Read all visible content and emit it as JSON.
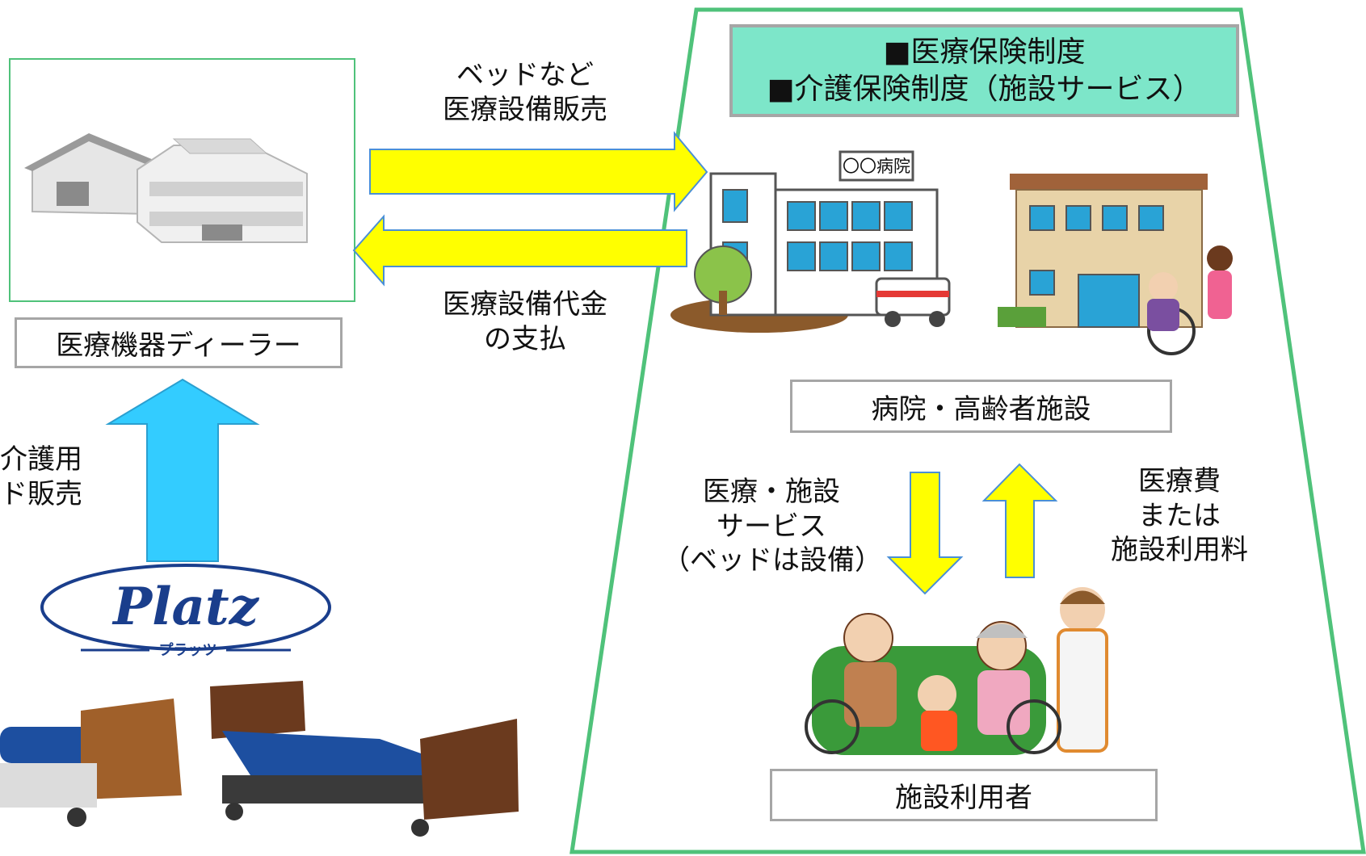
{
  "dealer": {
    "label": "医療機器ディーラー"
  },
  "platz": {
    "sales_line1": "介護用",
    "sales_line2": "ド販売",
    "logo_text": "Platz",
    "logo_sub": "プラッツ"
  },
  "flows": {
    "equipment_sale_line1": "ベッドなど",
    "equipment_sale_line2": "医療設備販売",
    "payment_line1": "医療設備代金",
    "payment_line2": "の支払"
  },
  "institution": {
    "system_line1": "■医療保険制度",
    "system_line2": "■介護保険制度（施設サービス）",
    "hospital_sign": "〇〇病院",
    "label": "病院・高齢者施設",
    "service_line1": "医療・施設",
    "service_line2": "サービス",
    "service_line3": "（ベッドは設備）",
    "fee_line1": "医療費",
    "fee_line2": "または",
    "fee_line3": "施設利用料"
  },
  "users": {
    "label": "施設利用者"
  },
  "colors": {
    "panel_border": "#4fc27a",
    "panel_fill": "#ffffff",
    "system_fill": "#7de6c9",
    "yellow_arrow": "#ffff00",
    "blue_arrow": "#33ccff",
    "label_border": "#a6a6a6"
  }
}
